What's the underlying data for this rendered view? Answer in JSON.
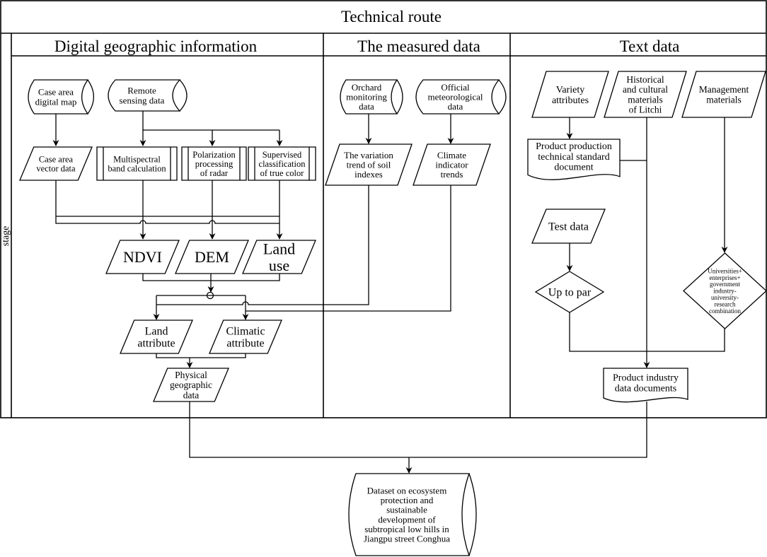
{
  "title": "Technical route",
  "stage_label": "stage",
  "lanes": [
    {
      "id": "digital",
      "header": "Digital geographic information"
    },
    {
      "id": "measured",
      "header": "The measured data"
    },
    {
      "id": "text",
      "header": "Text data"
    }
  ],
  "nodes": {
    "case_area_digital_map": {
      "shape": "stored-data",
      "lines": [
        "Case area",
        "digital map"
      ]
    },
    "remote_sensing_data": {
      "shape": "stored-data",
      "lines": [
        "Remote",
        "sensing data"
      ]
    },
    "case_area_vector_data": {
      "shape": "data",
      "lines": [
        "Case area",
        "vector data"
      ]
    },
    "multispectral": {
      "shape": "predefined-process",
      "lines": [
        "Multispectral",
        "band calculation"
      ]
    },
    "polarization": {
      "shape": "predefined-process",
      "lines": [
        "Polarization",
        "processing",
        "of radar"
      ]
    },
    "supervised": {
      "shape": "predefined-process",
      "lines": [
        "Supervised",
        "classification",
        "of true color"
      ]
    },
    "ndvi": {
      "shape": "data",
      "lines": [
        "NDVI"
      ]
    },
    "dem": {
      "shape": "data",
      "lines": [
        "DEM"
      ]
    },
    "land_use": {
      "shape": "data",
      "lines": [
        "Land",
        "use"
      ]
    },
    "land_attribute": {
      "shape": "data",
      "lines": [
        "Land",
        "attribute"
      ]
    },
    "climatic_attribute": {
      "shape": "data",
      "lines": [
        "Climatic",
        "attribute"
      ]
    },
    "physical_geographic_data": {
      "shape": "data",
      "lines": [
        "Physical",
        "geographic",
        "data"
      ]
    },
    "orchard_monitoring": {
      "shape": "stored-data",
      "lines": [
        "Orchard",
        "monitoring",
        "data"
      ]
    },
    "official_meteorological": {
      "shape": "stored-data",
      "lines": [
        "Official",
        "meteorological",
        "data"
      ]
    },
    "soil_trend": {
      "shape": "data",
      "lines": [
        "The variation",
        "trend of soil",
        "indexes"
      ]
    },
    "climate_trends": {
      "shape": "data",
      "lines": [
        "Climate",
        "indicator",
        "trends"
      ]
    },
    "variety_attributes": {
      "shape": "data",
      "lines": [
        "Variety",
        "attributes"
      ]
    },
    "historical_cultural": {
      "shape": "data",
      "lines": [
        "Historical",
        "and cultural",
        "materials",
        "of Litchi"
      ]
    },
    "management_materials": {
      "shape": "data",
      "lines": [
        "Management",
        "materials"
      ]
    },
    "product_standard_doc": {
      "shape": "document",
      "lines": [
        "Product production",
        "technical standard",
        "document"
      ]
    },
    "test_data": {
      "shape": "data",
      "lines": [
        "Test data"
      ]
    },
    "up_to_par": {
      "shape": "decision",
      "lines": [
        "Up to par"
      ]
    },
    "iur_combination": {
      "shape": "decision",
      "lines": [
        "Universities+",
        "enterprises+",
        "government",
        "industry-",
        "university-",
        "research",
        "combination"
      ]
    },
    "product_industry_docs": {
      "shape": "document",
      "lines": [
        "Product industry",
        "data documents"
      ]
    },
    "final_dataset": {
      "shape": "stored-data",
      "lines": [
        "Dataset on ecosystem",
        "protection and",
        "sustainable",
        "development of",
        "subtropical low hills in",
        "Jiangpu street Conghua"
      ]
    }
  },
  "edges": [
    [
      "case_area_digital_map",
      "case_area_vector_data"
    ],
    [
      "remote_sensing_data",
      "multispectral"
    ],
    [
      "remote_sensing_data",
      "polarization"
    ],
    [
      "remote_sensing_data",
      "supervised"
    ],
    [
      "case_area_vector_data",
      "ndvi"
    ],
    [
      "case_area_vector_data",
      "dem"
    ],
    [
      "case_area_vector_data",
      "land_use"
    ],
    [
      "multispectral",
      "ndvi"
    ],
    [
      "polarization",
      "dem"
    ],
    [
      "supervised",
      "land_use"
    ],
    [
      "ndvi",
      "land_attribute"
    ],
    [
      "dem",
      "land_attribute"
    ],
    [
      "land_use",
      "land_attribute"
    ],
    [
      "ndvi",
      "climatic_attribute"
    ],
    [
      "dem",
      "climatic_attribute"
    ],
    [
      "land_use",
      "climatic_attribute"
    ],
    [
      "soil_trend",
      "land_attribute"
    ],
    [
      "climate_trends",
      "climatic_attribute"
    ],
    [
      "land_attribute",
      "physical_geographic_data"
    ],
    [
      "climatic_attribute",
      "physical_geographic_data"
    ],
    [
      "orchard_monitoring",
      "soil_trend"
    ],
    [
      "official_meteorological",
      "climate_trends"
    ],
    [
      "variety_attributes",
      "product_standard_doc"
    ],
    [
      "product_standard_doc",
      "product_industry_docs"
    ],
    [
      "historical_cultural",
      "product_industry_docs"
    ],
    [
      "management_materials",
      "iur_combination"
    ],
    [
      "test_data",
      "up_to_par"
    ],
    [
      "up_to_par",
      "product_industry_docs"
    ],
    [
      "iur_combination",
      "product_industry_docs"
    ],
    [
      "physical_geographic_data",
      "final_dataset"
    ],
    [
      "product_industry_docs",
      "final_dataset"
    ]
  ]
}
